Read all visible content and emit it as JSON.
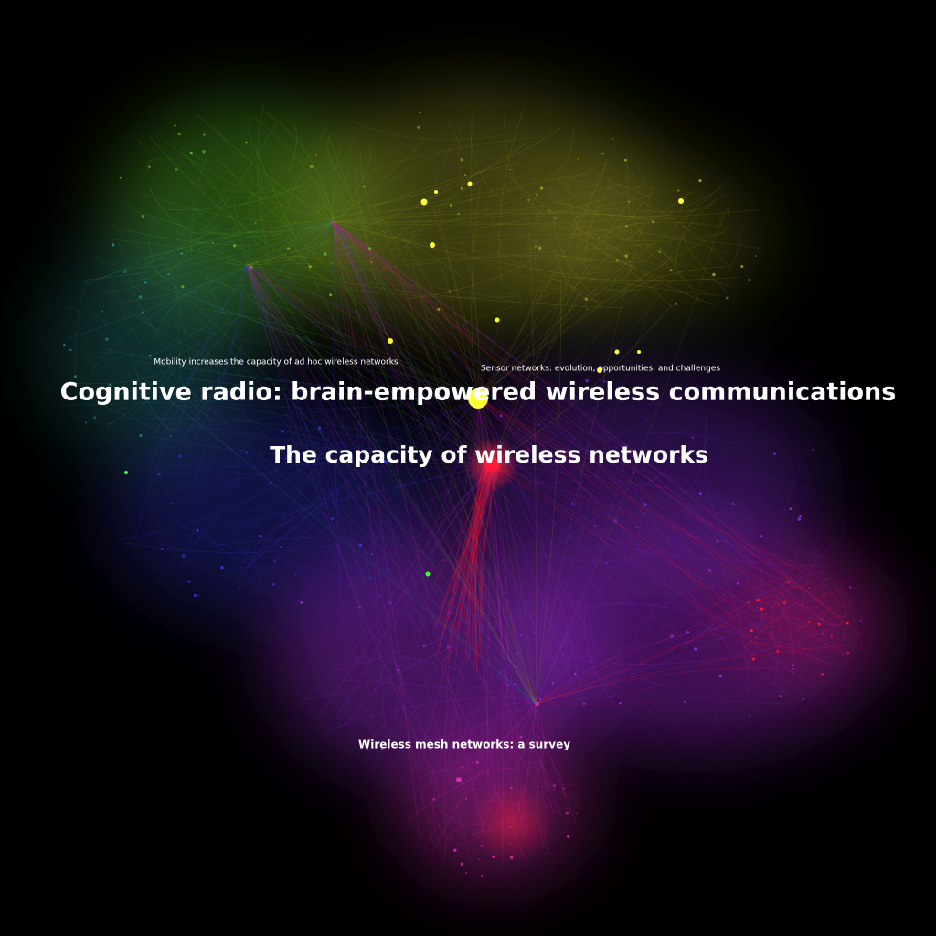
{
  "background": "#000000",
  "palette": {
    "green": "#5fbf2a",
    "teal": "#2f8f8a",
    "yellow": "#e6d82a",
    "olive": "#9a9a25",
    "blue": "#3a3adf",
    "violet": "#7a2cd6",
    "purple": "#9e2bd8",
    "magenta": "#d62bb8",
    "red": "#ff1a3a",
    "bright_yellow": "#ffff33",
    "bright_green": "#33ff33"
  },
  "labels": {
    "cognitive_radio": "Cognitive radio: brain-empowered wireless communications",
    "capacity_wireless": "The capacity of wireless networks",
    "mobility_capacity": "Mobility increases the capacity of ad hoc wireless networks",
    "sensor_networks": "Sensor networks: evolution, opportunities, and challenges",
    "mesh_networks": "Wireless mesh networks: a survey"
  }
}
